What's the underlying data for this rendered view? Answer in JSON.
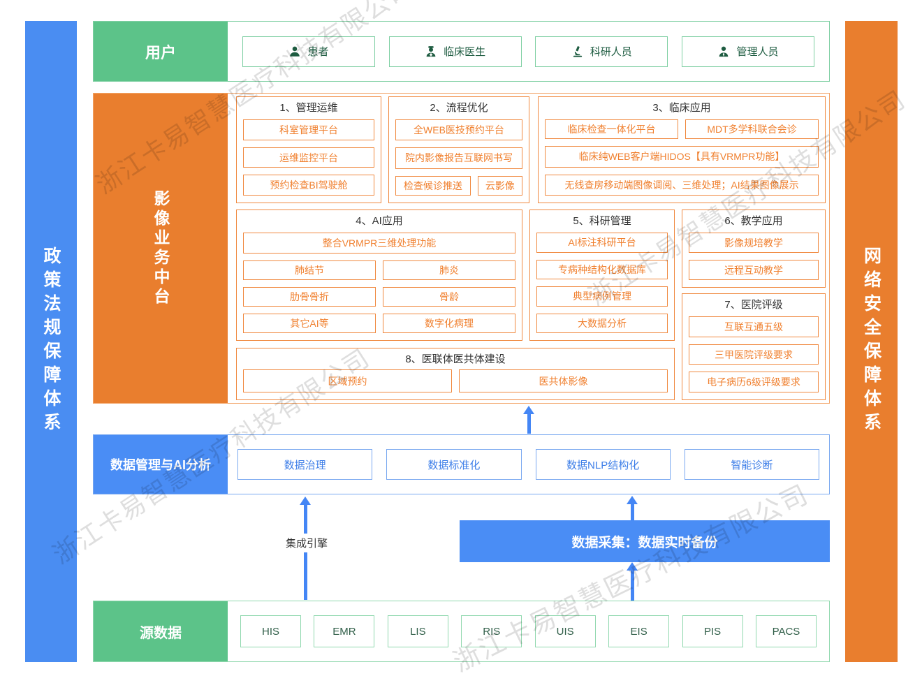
{
  "watermark": {
    "text": "浙江卡易智慧医疗科技有限公司"
  },
  "colors": {
    "green": "#5CC389",
    "orange": "#E97E2E",
    "blue": "#4A8DF5",
    "item_orange": "#F0802F"
  },
  "left_bar": {
    "label": "政策法规保障体系"
  },
  "right_bar": {
    "label": "网络安全保障体系"
  },
  "users_row": {
    "label": "用户",
    "items": [
      {
        "icon": "patient-icon",
        "label": "患者"
      },
      {
        "icon": "doctor-icon",
        "label": "临床医生"
      },
      {
        "icon": "microscope-icon",
        "label": "科研人员"
      },
      {
        "icon": "admin-icon",
        "label": "管理人员"
      }
    ]
  },
  "platform": {
    "label": "影像业务中台",
    "sections": [
      {
        "title": "1、管理运维",
        "items": [
          "科室管理平台",
          "运维监控平台",
          "预约检查BI驾驶舱"
        ]
      },
      {
        "title": "2、流程优化",
        "items": [
          "全WEB医技预约平台",
          "院内影像报告互联网书写",
          "检查候诊推送",
          "云影像"
        ]
      },
      {
        "title": "3、临床应用",
        "items": [
          "临床检查一体化平台",
          "MDT多学科联合会诊",
          "临床纯WEB客户端HIDOS【具有VRMPR功能】",
          "无线查房移动端图像调阅、三维处理；AI结果图像展示"
        ]
      },
      {
        "title": "4、AI应用",
        "items": [
          "整合VRMPR三维处理功能",
          "肺结节",
          "肺炎",
          "肋骨骨折",
          "骨龄",
          "其它AI等",
          "数字化病理"
        ]
      },
      {
        "title": "5、科研管理",
        "items": [
          "AI标注科研平台",
          "专病种结构化数据库",
          "典型病例管理",
          "大数据分析"
        ]
      },
      {
        "title": "6、教学应用",
        "items": [
          "影像规培教学",
          "远程互动教学"
        ]
      },
      {
        "title": "7、医院评级",
        "items": [
          "互联互通五级",
          "三甲医院评级要求",
          "电子病历6级评级要求"
        ]
      },
      {
        "title": "8、医联体医共体建设",
        "items": [
          "区域预约",
          "医共体影像"
        ]
      }
    ]
  },
  "data_mgmt_row": {
    "label": "数据管理与AI分析",
    "items": [
      "数据治理",
      "数据标准化",
      "数据NLP结构化",
      "智能诊断"
    ]
  },
  "middle": {
    "integration_label": "集成引擎",
    "collection_bar": "数据采集：数据实时备份"
  },
  "source_row": {
    "label": "源数据",
    "items": [
      "HIS",
      "EMR",
      "LIS",
      "RIS",
      "UIS",
      "EIS",
      "PIS",
      "PACS"
    ]
  }
}
